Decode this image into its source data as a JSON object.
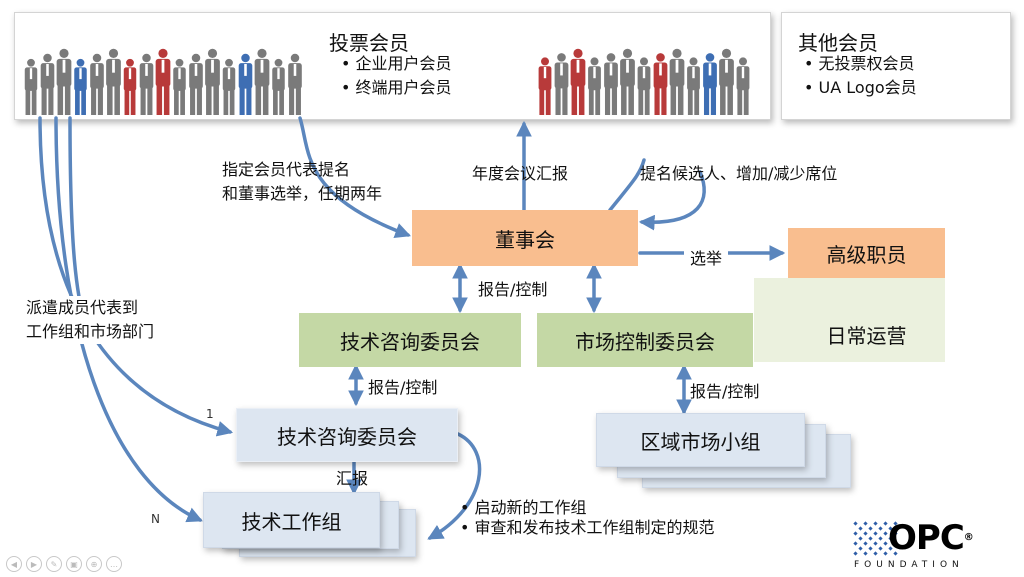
{
  "voting": {
    "title": "投票会员",
    "items": [
      "企业用户会员",
      "终端用户会员"
    ]
  },
  "other": {
    "title": "其他会员",
    "items": [
      "无投票权会员",
      "UA Logo会员"
    ]
  },
  "labels": {
    "nominate": [
      "指定会员代表提名",
      "和董事选举，任期两年"
    ],
    "annual": "年度会议汇报",
    "candidates": "提名候选人、增加/减少席位",
    "elect": "选举",
    "report1": "报告/控制",
    "report2": "报告/控制",
    "report3": "报告/控制",
    "dispatch": [
      "派遣成员代表到",
      "工作组和市场部门"
    ],
    "summary": "汇报",
    "one": "1",
    "n": "N",
    "tasks": [
      "启动新的工作组",
      "审查和发布技术工作组制定的规范"
    ]
  },
  "boxes": {
    "board": "董事会",
    "officers": "高级职员",
    "daily": "日常运营",
    "tech_committee": "技术咨询委员会",
    "market_committee": "市场控制委员会",
    "tech_committee2": "技术咨询委员会",
    "region": "区域市场小组",
    "workgroup": "技术工作组"
  },
  "logo": {
    "mark": "OPC",
    "reg": "®",
    "tagline": "FOUNDATION"
  },
  "colors": {
    "arrow": "#5b86bd",
    "orange": "#f9be8f",
    "green": "#c4d8a5",
    "light_green": "#ebf1de",
    "blue_box": "#dde6f1",
    "person_gray": "#7a7a7a",
    "person_blue": "#3e6eb3",
    "person_red": "#b83a3a"
  }
}
